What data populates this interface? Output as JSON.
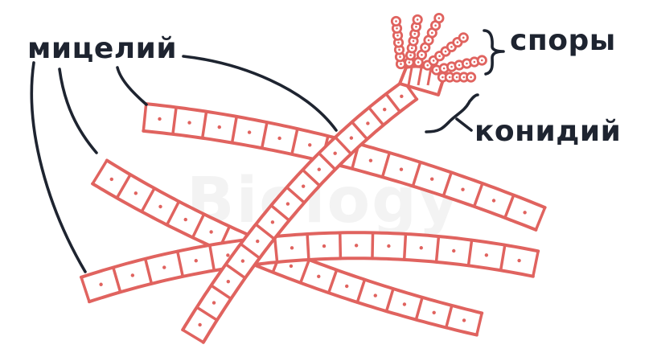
{
  "labels": {
    "mycelium": "мицелий",
    "spores": "споры",
    "conidia": "конидий"
  },
  "colors": {
    "hypha_stroke": "#e0635f",
    "label_text": "#1e2430",
    "leader_lines": "#1e2430"
  },
  "watermark": "Biology"
}
